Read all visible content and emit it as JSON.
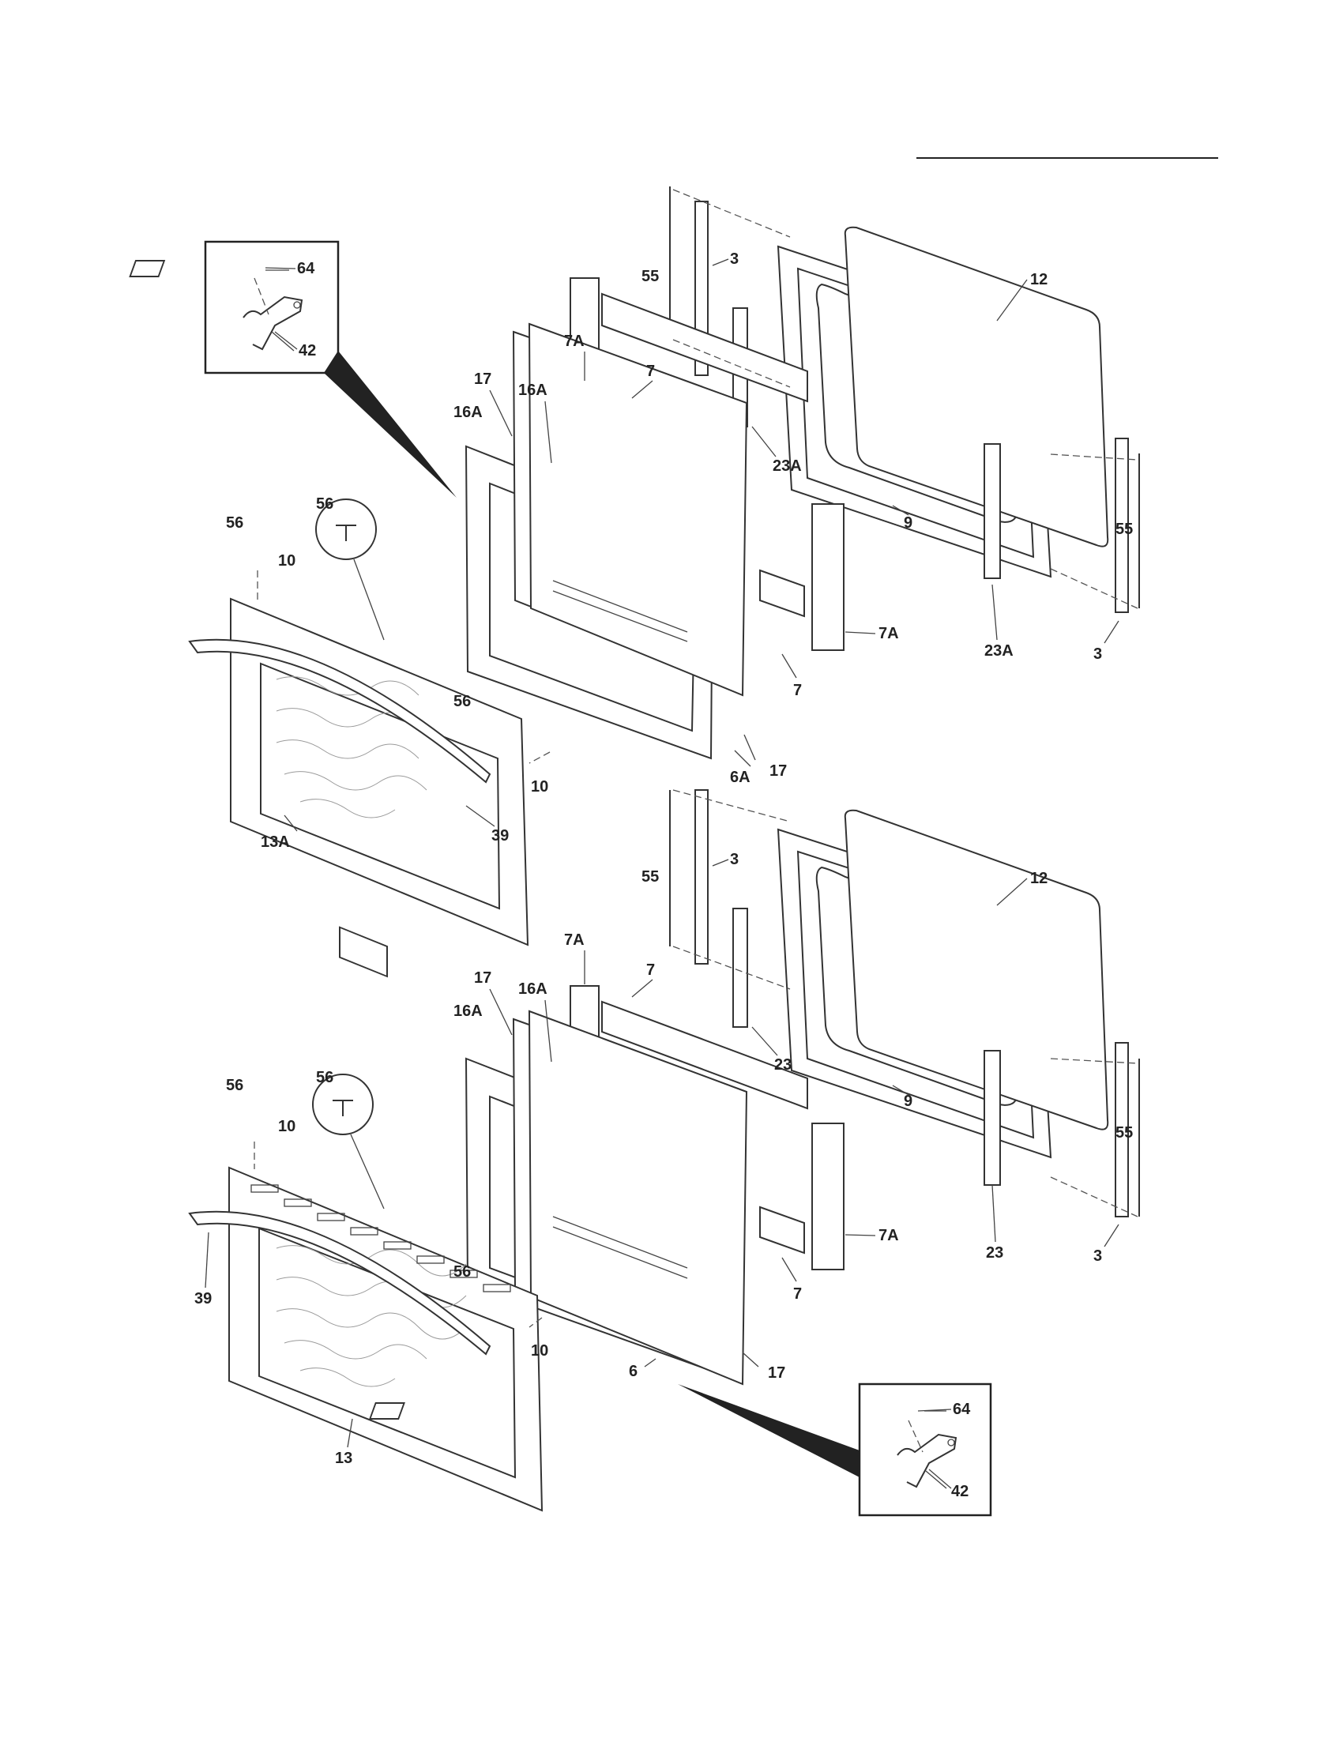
{
  "callouts": {
    "top_detail_64": "64",
    "top_detail_42": "42",
    "top_55_left": "55",
    "top_3_left": "3",
    "top_12": "12",
    "top_7A_upper": "7A",
    "top_7_upper": "7",
    "top_17": "17",
    "top_16A_left": "16A",
    "top_16A_right": "16A",
    "top_23A_upper": "23A",
    "top_9": "9",
    "top_55_right": "55",
    "top_56_circle": "56",
    "top_56_left": "56",
    "top_10_left": "10",
    "top_7A_lower": "7A",
    "top_7_lower": "7",
    "top_23A_lower": "23A",
    "top_3_right": "3",
    "top_56_right": "56",
    "top_10_right": "10",
    "top_6A": "6A",
    "top_17_lower": "17",
    "top_39": "39",
    "top_13A": "13A",
    "bot_55_left": "55",
    "bot_3_left": "3",
    "bot_12": "12",
    "bot_7A_upper": "7A",
    "bot_7_upper": "7",
    "bot_17": "17",
    "bot_16A_left": "16A",
    "bot_16A_right": "16A",
    "bot_23_upper": "23",
    "bot_56_circle": "56",
    "bot_56_left": "56",
    "bot_10_left": "10",
    "bot_9": "9",
    "bot_55_right": "55",
    "bot_7A_lower": "7A",
    "bot_7_lower": "7",
    "bot_23_lower": "23",
    "bot_3_right": "3",
    "bot_39": "39",
    "bot_56_right": "56",
    "bot_10_right": "10",
    "bot_6": "6",
    "bot_17_lower": "17",
    "bot_13": "13",
    "bot_detail_64": "64",
    "bot_detail_42": "42"
  }
}
